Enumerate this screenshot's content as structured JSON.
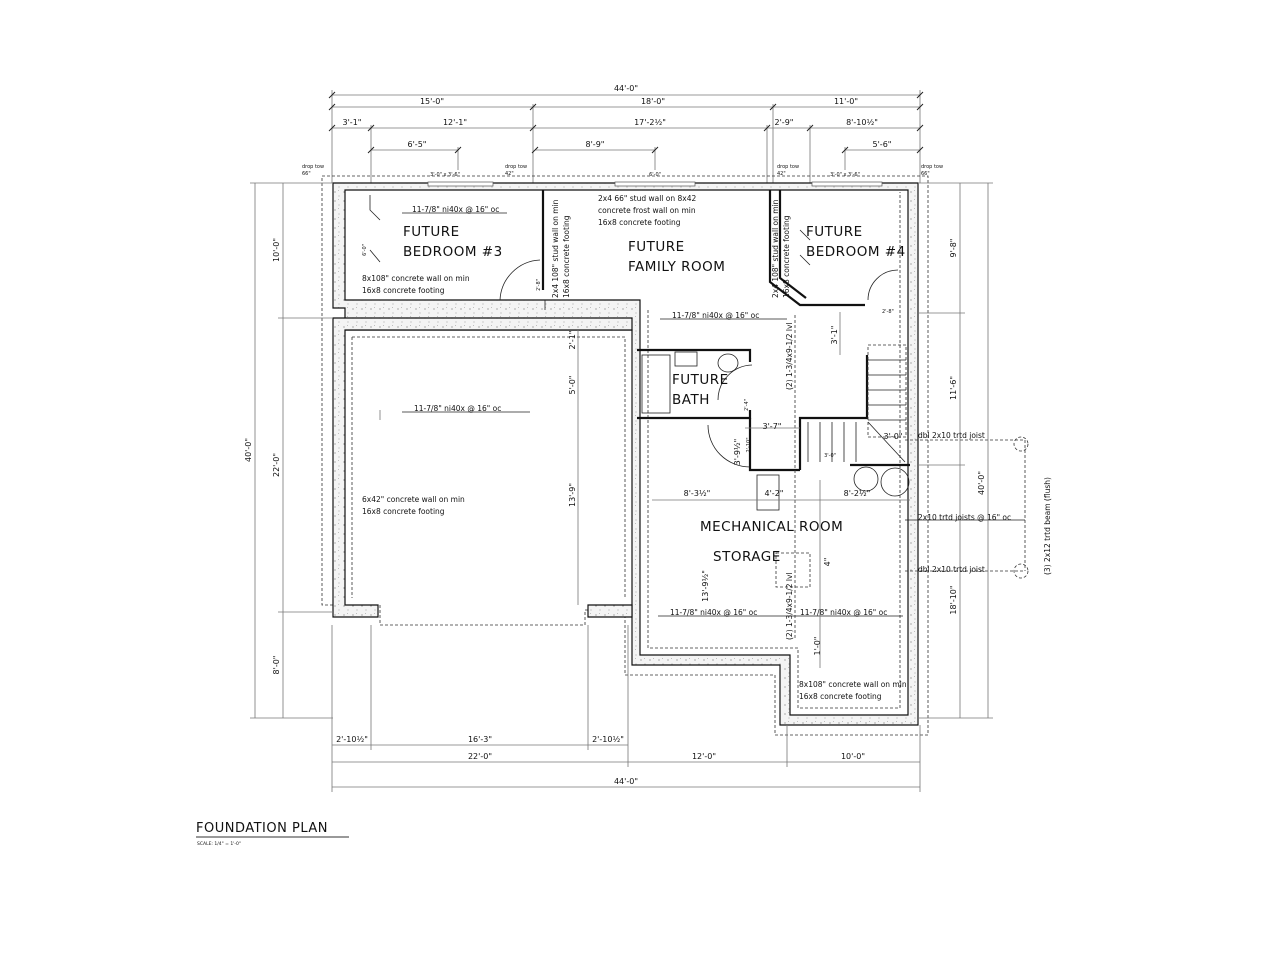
{
  "title": "FOUNDATION PLAN",
  "scale": "SCALE: 1/4\" = 1'-0\"",
  "rooms": {
    "bedroom3": [
      "FUTURE",
      "BEDROOM #3"
    ],
    "family": [
      "FUTURE",
      "FAMILY ROOM"
    ],
    "bedroom4": [
      "FUTURE",
      "BEDROOM #4"
    ],
    "bath": [
      "FUTURE",
      "BATH"
    ],
    "mechanical": "MECHANICAL ROOM",
    "storage": "STORAGE"
  },
  "notes": {
    "joist_bed3": "11-7/8\" ni40x @ 16\" oc",
    "wall_bed3": [
      "8x108\" concrete wall on min",
      "16x8 concrete footing"
    ],
    "stud_family": [
      "2x4  66\" stud wall on 8x42",
      "concrete frost wall on min",
      "16x8 concrete footing"
    ],
    "stud_left": [
      "2x4 108\" stud wall on min",
      "16x8 concrete footing"
    ],
    "stud_right": [
      "2x4 108\" stud wall on min",
      "16x8 concrete footing"
    ],
    "joist_family": "11-7/8\" ni40x @ 16\" oc",
    "beam_upper": "(2) 1-3/4x9-1/2 lvl",
    "joist_garage": "11-7/8\" ni40x @ 16\" oc",
    "wall_garage": [
      "6x42\" concrete wall on min",
      "16x8 concrete footing"
    ],
    "dbl_joist_1": "dbl 2x10 trtd joist",
    "joists_trtd": "2x10 trtd joists @ 16\" oc",
    "dbl_joist_2": "dbl 2x10 trtd joist",
    "beam_flush": "(3) 2x12 trtd beam (flush)",
    "beam_lower": "(2) 1-3/4x9-1/2 lvl",
    "joist_mech_left": "11-7/8\" ni40x @ 16\" oc",
    "joist_mech_right": "11-7/8\" ni40x @ 16\" oc",
    "wall_mech": [
      "8x108\" concrete wall on min",
      "16x8 concrete footing"
    ]
  },
  "openings": {
    "drop_tow": "drop tow",
    "h66a": "66\"",
    "h42a": "42\"",
    "h42b": "42\"",
    "h66b": "66\"",
    "win1": "3'-0\" x 3'-6\"",
    "win2": "6'-0\"",
    "win3": "3'-0\" x 3'-6\""
  },
  "dims": {
    "top_total": "44'-0\"",
    "top_1": "15'-0\"",
    "top_2": "18'-0\"",
    "top_3": "11'-0\"",
    "top_a": "3'-1\"",
    "top_b": "12'-1\"",
    "top_c": "17'-2½\"",
    "top_d": "2'-9\"",
    "top_e": "8'-10½\"",
    "top_f": "6'-5\"",
    "top_g": "8'-9\"",
    "top_h": "5'-6\"",
    "left_total": "40'-0\"",
    "left_1": "10'-0\"",
    "left_2": "22'-0\"",
    "left_3": "8'-0\"",
    "right_total": "40'-0\"",
    "right_1": "9'-8\"",
    "right_2": "11'-6\"",
    "right_3": "18'-10\"",
    "bot_a": "2'-10½\"",
    "bot_b": "16'-3\"",
    "bot_c": "2'-10½\"",
    "bot_1": "22'-0\"",
    "bot_2": "12'-0\"",
    "bot_3": "10'-0\"",
    "bot_total": "44'-0\"",
    "in_6_0": "6'-0\"",
    "in_2_8a": "2'-8\"",
    "in_2_8b": "2'-8\"",
    "in_2_1": "2'-1\"",
    "in_5_0": "5'-0\"",
    "in_13_9": "13'-9\"",
    "in_3_1": "3'-1\"",
    "in_2_4": "2'-4\"",
    "in_3_7": "3'-7\"",
    "in_2_10": "2'-10\"",
    "in_3_9": "3'-9½\"",
    "in_3_0a": "3'-0\"",
    "in_3_0b": "3'-0\"",
    "in_8_3": "8'-3½\"",
    "in_4_2": "4'-2\"",
    "in_8_2": "8'-2½\"",
    "in_13_9b": "13'-9½\"",
    "in_4": "4\"",
    "in_1_0": "1'-0\""
  }
}
